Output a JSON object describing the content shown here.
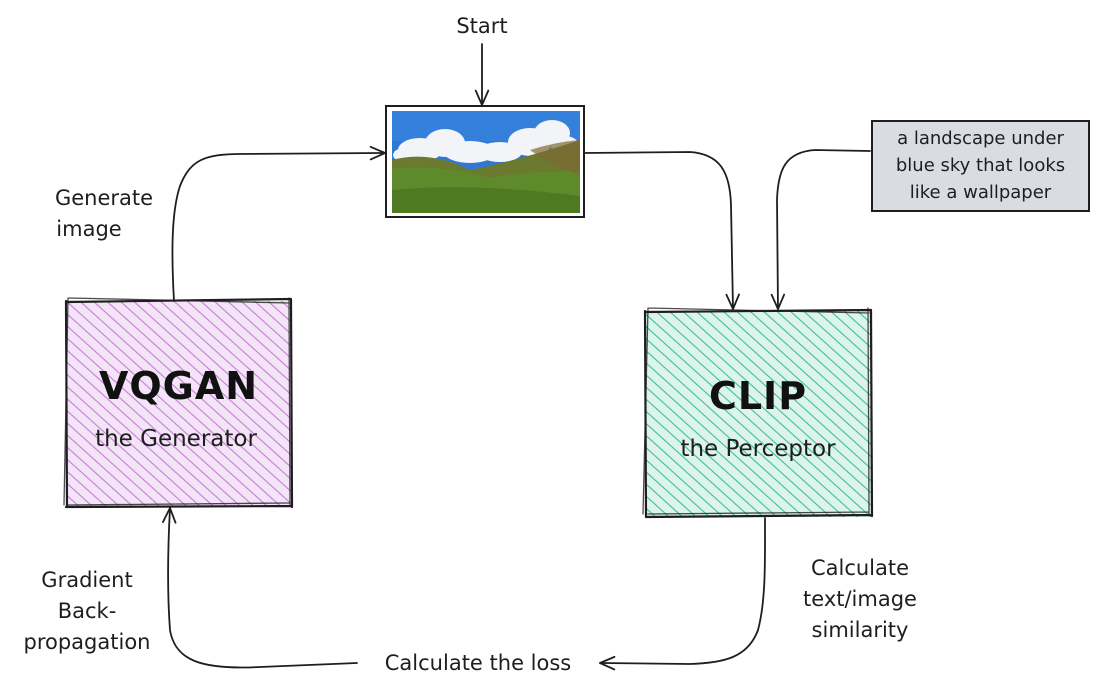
{
  "start_label": "Start",
  "generate_label": [
    "Generate",
    "image"
  ],
  "vqgan": {
    "title": "VQGAN",
    "subtitle": "the Generator",
    "fill": "#c77dd6"
  },
  "clip": {
    "title": "CLIP",
    "subtitle": "the Perceptor",
    "fill": "#3dbf9a"
  },
  "prompt_lines": [
    "a landscape under",
    "blue sky that looks",
    "like a wallpaper"
  ],
  "similarity_label": [
    "Calculate",
    "text/image",
    "similarity"
  ],
  "loss_label": "Calculate the loss",
  "gradient_label": [
    "Gradient",
    "Back-",
    "propagation"
  ],
  "image": {
    "subject": "landscape-photo",
    "sky": "#2f78d4",
    "cloud": "#f2f4f8",
    "grass": "#5f8a2c",
    "hill": "#6b7a2f"
  }
}
